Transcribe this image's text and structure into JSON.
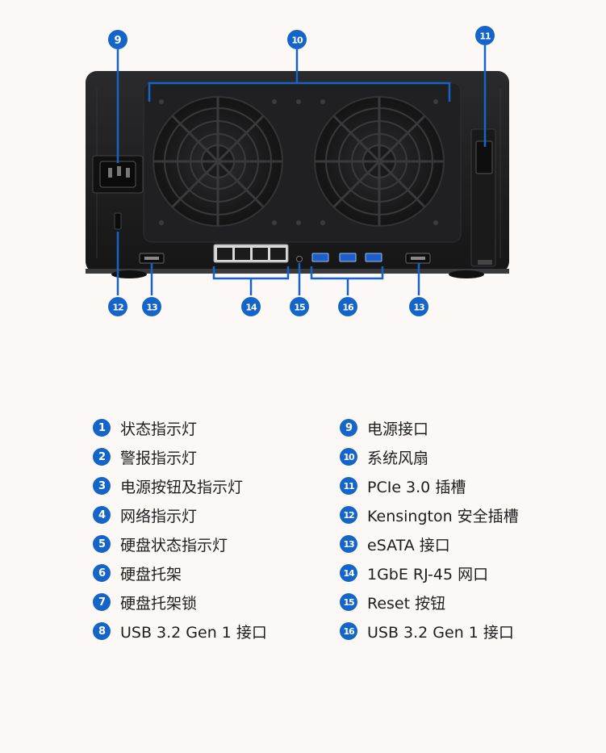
{
  "callouts": {
    "c9": "9",
    "c10": "10",
    "c11": "11",
    "c12": "12",
    "c13a": "13",
    "c14": "14",
    "c15": "15",
    "c16": "16",
    "c13b": "13"
  },
  "legend": {
    "left": [
      {
        "num": "1",
        "label": "状态指示灯"
      },
      {
        "num": "2",
        "label": "警报指示灯"
      },
      {
        "num": "3",
        "label": "电源按钮及指示灯"
      },
      {
        "num": "4",
        "label": "网络指示灯"
      },
      {
        "num": "5",
        "label": "硬盘状态指示灯"
      },
      {
        "num": "6",
        "label": "硬盘托架"
      },
      {
        "num": "7",
        "label": "硬盘托架锁"
      },
      {
        "num": "8",
        "label": "USB 3.2 Gen 1 接口"
      }
    ],
    "right": [
      {
        "num": "9",
        "label": "电源接口"
      },
      {
        "num": "10",
        "label": "系统风扇"
      },
      {
        "num": "11",
        "label": "PCIe 3.0 插槽"
      },
      {
        "num": "12",
        "label": "Kensington 安全插槽"
      },
      {
        "num": "13",
        "label": "eSATA 接口"
      },
      {
        "num": "14",
        "label": "1GbE RJ-45 网口"
      },
      {
        "num": "15",
        "label": "Reset 按钮"
      },
      {
        "num": "16",
        "label": "USB 3.2 Gen 1 接口"
      }
    ]
  },
  "colors": {
    "accent": "#1565c8",
    "background": "#fbf8f6",
    "chassis": "#1b1b1d"
  }
}
